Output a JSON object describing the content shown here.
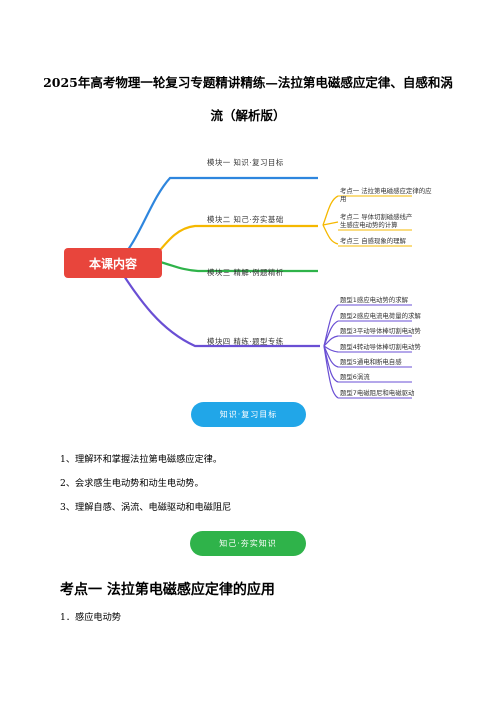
{
  "doc": {
    "title_line1": "2025年高考物理一轮复习专题精讲精练—法拉第电磁感应定律、自感和涡",
    "title_line2": "流（解析版）"
  },
  "mindmap": {
    "center": "本课内容",
    "center_color": "#e8453c",
    "branches": [
      {
        "label": "模块一  知识·复习目标",
        "color": "#2e86de"
      },
      {
        "label": "模块二  知己·夯实基础",
        "color": "#f5b800"
      },
      {
        "label": "模块三  精解·例题精析",
        "color": "#2fb34a"
      },
      {
        "label": "模块四  精练·题型专练",
        "color": "#6a4fd4"
      }
    ],
    "b2_children": [
      "考点一   法拉第电磁感应定律的应用",
      "考点二   导体切割磁感线产生感应电动势的计算",
      "考点三   自感现象的理解"
    ],
    "b4_children": [
      "题型1感应电动势的求解",
      "题型2感应电流电荷量的求解",
      "题型3平动导体棒切割电动势",
      "题型4转动导体棒切割电动势",
      "题型5通电和断电自感",
      "题型6涡流",
      "题型7电磁阻尼和电磁驱动"
    ]
  },
  "pills": {
    "goals": "知识·复习目标",
    "basics": "知己·夯实知识"
  },
  "goals_list": [
    "1、理解环和掌握法拉第电磁感应定律。",
    "2、会求感生电动势和动生电动势。",
    "3、理解自感、涡流、电磁驱动和电磁阻尼"
  ],
  "section": {
    "heading": "考点一   法拉第电磁感应定律的应用",
    "sub1": "1．感应电动势"
  }
}
